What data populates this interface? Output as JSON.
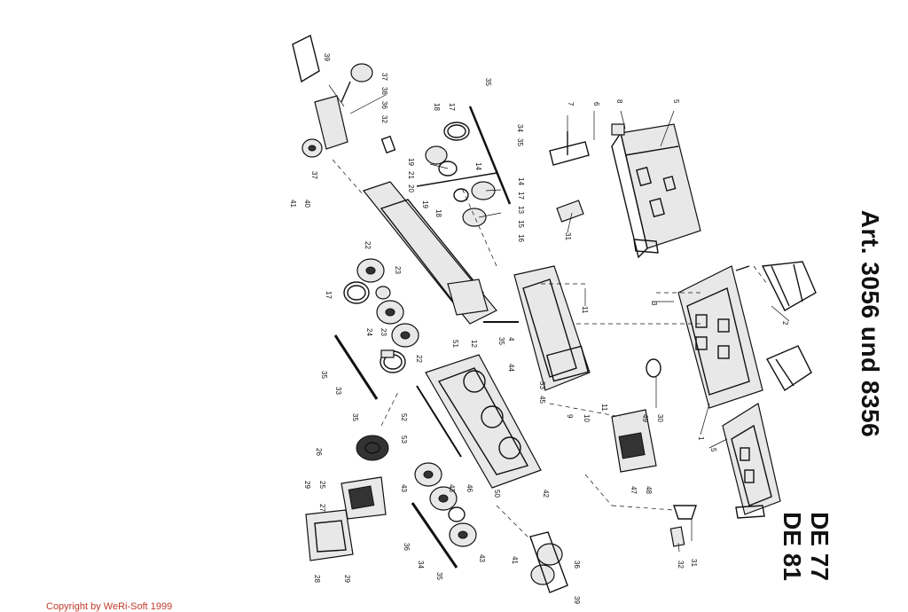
{
  "title": "Art. 3056 und 8356",
  "models": [
    "DE 77",
    "DE 81"
  ],
  "copyright": "Copyright by WeRi-Soft 1999",
  "part_labels": [
    "39",
    "37",
    "38",
    "36",
    "32",
    "37",
    "35",
    "18",
    "17",
    "34",
    "35",
    "7",
    "6",
    "8",
    "5",
    "19",
    "21",
    "20",
    "19",
    "18",
    "14",
    "14",
    "17",
    "13",
    "15",
    "16",
    "31",
    "41",
    "40",
    "22",
    "23",
    "17",
    "24",
    "23",
    "22",
    "11",
    "3",
    "2",
    "51",
    "12",
    "35",
    "4",
    "44",
    "33",
    "45",
    "9",
    "10",
    "11",
    "49",
    "30",
    "1",
    "5",
    "35",
    "33",
    "35",
    "52",
    "53",
    "26",
    "47",
    "48",
    "29",
    "25",
    "27",
    "43",
    "43",
    "46",
    "50",
    "42",
    "31",
    "32",
    "36",
    "28",
    "29",
    "41",
    "34",
    "35",
    "36",
    "43",
    "39"
  ]
}
